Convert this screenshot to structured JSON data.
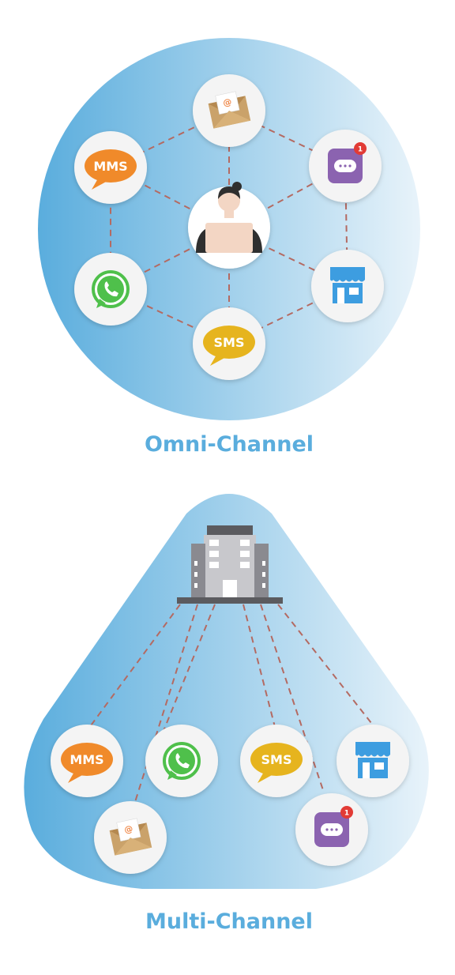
{
  "omni": {
    "title": "Omni-Channel",
    "nodes": {
      "email": "@",
      "mms": "MMS",
      "chat_badge": "1",
      "whatsapp": "whatsapp-icon",
      "store": "store-icon",
      "sms": "SMS"
    }
  },
  "multi": {
    "title": "Multi-Channel",
    "nodes": {
      "mms": "MMS",
      "whatsapp": "whatsapp-icon",
      "sms": "SMS",
      "store": "store-icon",
      "email": "@",
      "chat_badge": "1"
    }
  },
  "colors": {
    "label": "#5aaddd",
    "gradient_dark": "#5aaddd",
    "gradient_light": "#e8f3fa",
    "connector": "#b46a62",
    "mms": "#f08a2a",
    "sms": "#e6b41e",
    "whatsapp": "#4fc04b",
    "chat": "#8b63b0",
    "badge": "#e23b35",
    "store": "#3d9de0",
    "envelope": "#d1a66b"
  }
}
